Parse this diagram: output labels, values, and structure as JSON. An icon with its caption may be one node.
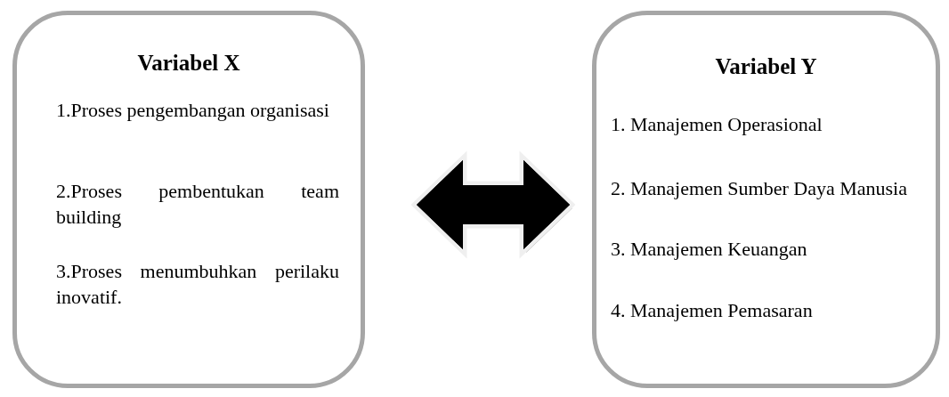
{
  "diagram": {
    "nodes": [
      {
        "text": [
          "Variabel X",
          "1.Proses pengembangan organisasi",
          "2.Proses pembentukan team building",
          "3.Proses menumbuhkan perilaku inovatif."
        ]
      },
      {
        "text": [
          "Variabel Y",
          "1. Manajemen Operasional",
          "2. Manajemen Sumber Daya Manusia",
          "3. Manajemen Keuangan",
          "4. Manajemen Pemasaran"
        ]
      }
    ],
    "edges": [
      {
        "from": 0,
        "to": 1,
        "arrow": "both",
        "style": "thick"
      }
    ]
  }
}
